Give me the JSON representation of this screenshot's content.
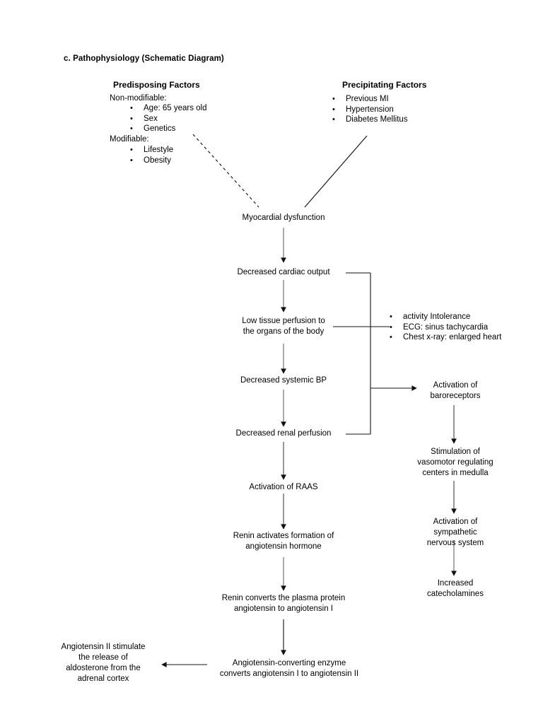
{
  "document": {
    "title": "c. Pathophysiology (Schematic Diagram)"
  },
  "columns": {
    "predisposing": {
      "heading": "Predisposing Factors",
      "group1_label": "Non-modifiable:",
      "group1_items": [
        "Age: 65 years old",
        "Sex",
        "Genetics"
      ],
      "group2_label": "Modifiable:",
      "group2_items": [
        "Lifestyle",
        "Obesity"
      ]
    },
    "precipitating": {
      "heading": "Precipitating Factors",
      "items": [
        "Previous MI",
        "Hypertension",
        "Diabetes Mellitus"
      ]
    }
  },
  "findings": {
    "items": [
      "activity Intolerance",
      "ECG: sinus tachycardia",
      "Chest x-ray: enlarged heart"
    ]
  },
  "flow": {
    "n1": "Myocardial dysfunction",
    "n2": "Decreased cardiac output",
    "n3": "Low tissue perfusion to\nthe organs of the body",
    "n4": "Decreased systemic BP",
    "n5": "Decreased renal perfusion",
    "n6": "Activation of RAAS",
    "n7": "Renin activates formation of\nangiotensin hormone",
    "n8": "Renin converts the plasma protein\nangiotensin to angiotensin I",
    "n9": "Angiotensin-converting enzyme\nconverts angiotensin I to angiotensin II",
    "n10": "Angiotensin II stimulate\nthe release of\naldosterone from the\nadrenal cortex",
    "r1": "Activation of\nbaroreceptors",
    "r2": "Stimulation of\nvasomotor regulating\ncenters in medulla",
    "r3": "Activation of sympathetic\nnervous system",
    "r4": "Increased catecholamines"
  },
  "style": {
    "line_color": "#555555",
    "arrow_color": "#111111",
    "text_color": "#000000",
    "background": "#ffffff"
  },
  "bullet_glyph": "•"
}
